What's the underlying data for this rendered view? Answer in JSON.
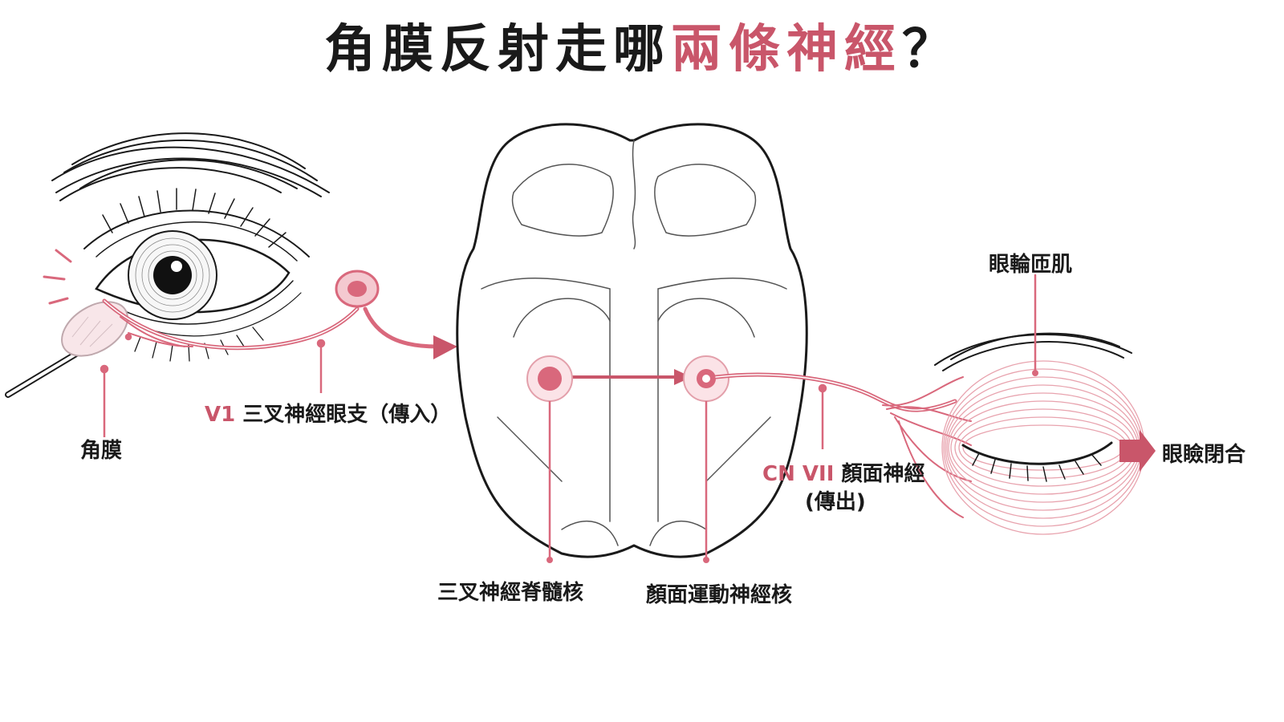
{
  "title": {
    "prefix": "角膜反射走哪",
    "highlight": "兩條神經",
    "suffix": "？"
  },
  "labels": {
    "cornea": "角膜",
    "v1_tag": "V1",
    "v1_text": "三叉神經眼支（傳入）",
    "trigeminal_nucleus": "三叉神經脊髓核",
    "facial_nucleus": "顏面運動神經核",
    "cn7_tag": "CN VII",
    "cn7_text": "顏面神經",
    "cn7_sub": "(傳出)",
    "orbicularis": "眼輪匝肌",
    "result": "眼瞼閉合"
  },
  "colors": {
    "accent": "#c9566a",
    "nerve": "#d9687c",
    "nucleus_fill": "#f4c9d0",
    "ink": "#1a1a1a",
    "muscle": "#e8a3ae"
  }
}
